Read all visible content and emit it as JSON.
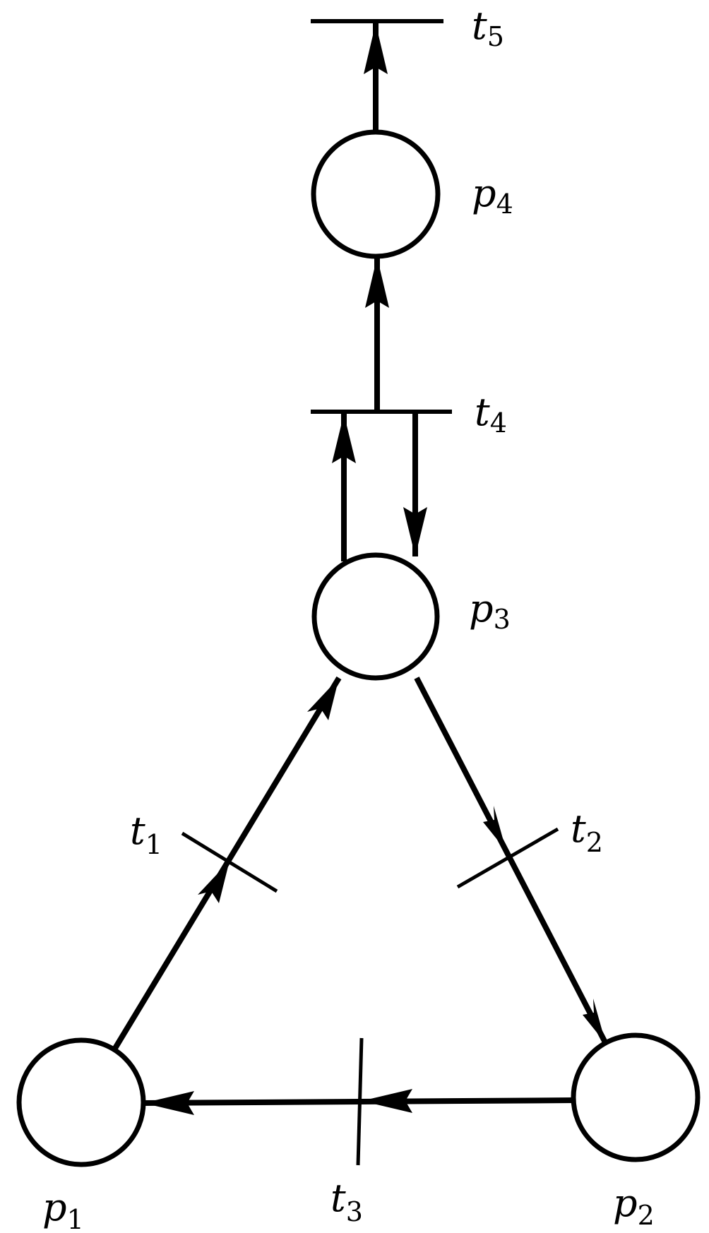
{
  "diagram": {
    "colors": {
      "stroke": "#000000",
      "background": "#ffffff"
    },
    "places": {
      "p1": {
        "name": "p",
        "sub": "1"
      },
      "p2": {
        "name": "p",
        "sub": "2"
      },
      "p3": {
        "name": "p",
        "sub": "3"
      },
      "p4": {
        "name": "p",
        "sub": "4"
      }
    },
    "transitions": {
      "t1": {
        "name": "t",
        "sub": "1"
      },
      "t2": {
        "name": "t",
        "sub": "2"
      },
      "t3": {
        "name": "t",
        "sub": "3"
      },
      "t4": {
        "name": "t",
        "sub": "4"
      },
      "t5": {
        "name": "t",
        "sub": "5"
      }
    }
  }
}
